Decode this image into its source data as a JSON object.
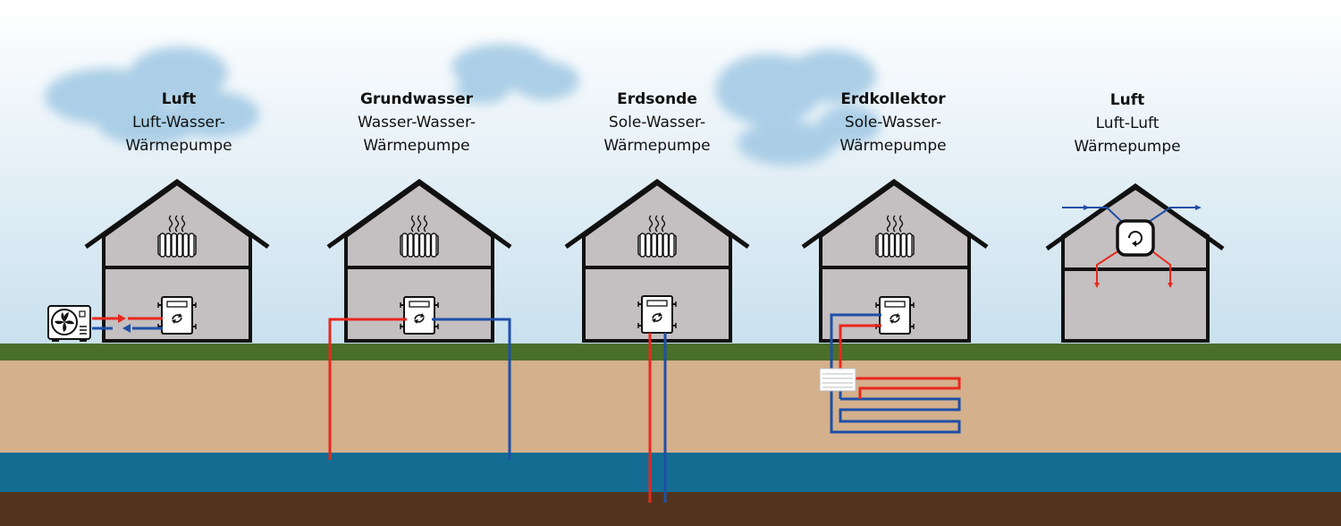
{
  "systems": [
    {
      "title": "Luft",
      "line1": "Luft-Wasser-",
      "line2": "Wärmepumpe"
    },
    {
      "title": "Grundwasser",
      "line1": "Wasser-Wasser-",
      "line2": "Wärmepumpe"
    },
    {
      "title": "Erdsonde",
      "line1": "Sole-Wasser-",
      "line2": "Wärmepumpe"
    },
    {
      "title": "Erdkollektor",
      "line1": "Sole-Wasser-",
      "line2": "Wärmepumpe"
    },
    {
      "title": "Luft",
      "line1": "Luft-Luft",
      "line2": "Wärmepumpe"
    }
  ],
  "colors": {
    "sky_top": "#ffffff",
    "sky_bottom": "#c9e0ee",
    "cloud": "#9ec7e2",
    "grass": "#4a6f2a",
    "soil": "#d4b08c",
    "groundwater": "#146c92",
    "bedrock": "#52341e",
    "house_fill": "#c4bfc0",
    "outline": "#111111",
    "hot_pipe": "#e8281e",
    "cold_pipe": "#1f4fa8"
  },
  "icons": {
    "radiator": "radiator-icon",
    "heat_pump_unit": "heat-pump-unit-icon",
    "outdoor_fan_unit": "outdoor-fan-unit-icon",
    "ventilation_unit": "ventilation-unit-icon"
  }
}
